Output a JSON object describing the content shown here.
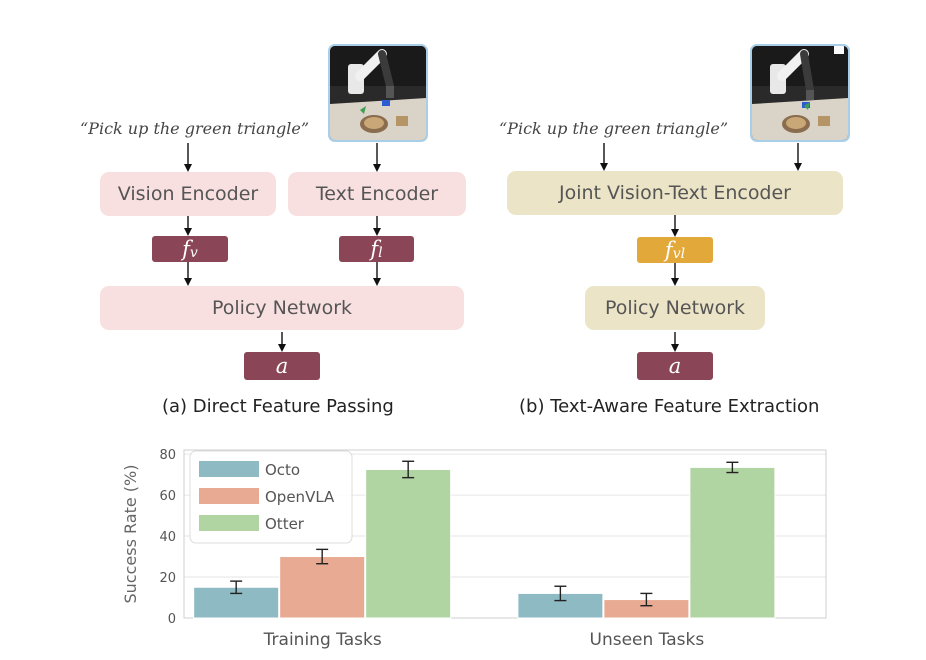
{
  "panel_a": {
    "instruction": "“Pick up the green triangle”",
    "vision_encoder": "Vision Encoder",
    "text_encoder": "Text Encoder",
    "feature_v": "f",
    "feature_v_sub": "v",
    "feature_l": "f",
    "feature_l_sub": "l",
    "policy_network": "Policy Network",
    "action": "a",
    "caption": "(a) Direct Feature Passing"
  },
  "panel_b": {
    "instruction": "“Pick up the green triangle”",
    "joint_encoder": "Joint Vision-Text Encoder",
    "feature_vl": "f",
    "feature_vl_sub": "vl",
    "policy_network": "Policy Network",
    "action": "a",
    "caption": "(b) Text-Aware Feature Extraction"
  },
  "colors": {
    "pink_box": "#f9e0e0",
    "beige_box": "#ebe4c6",
    "maroon_feature": "#8a4657",
    "gold_feature": "#e3a83a"
  },
  "chart_data": {
    "type": "bar",
    "categories": [
      "Training Tasks",
      "Unseen Tasks"
    ],
    "series": [
      {
        "name": "Octo",
        "values": [
          15,
          12
        ],
        "errors": [
          3,
          3.5
        ],
        "color": "#8ebac4"
      },
      {
        "name": "OpenVLA",
        "values": [
          30,
          9
        ],
        "errors": [
          3.5,
          3
        ],
        "color": "#e8aa92"
      },
      {
        "name": "Otter",
        "values": [
          72.5,
          73.5
        ],
        "errors": [
          4,
          2.5
        ],
        "color": "#b1d4a3"
      }
    ],
    "ylabel": "Success Rate (%)",
    "yticks": [
      0,
      20,
      40,
      60,
      80
    ],
    "ylim": [
      0,
      82
    ],
    "grid": true,
    "legend": "top-left"
  }
}
